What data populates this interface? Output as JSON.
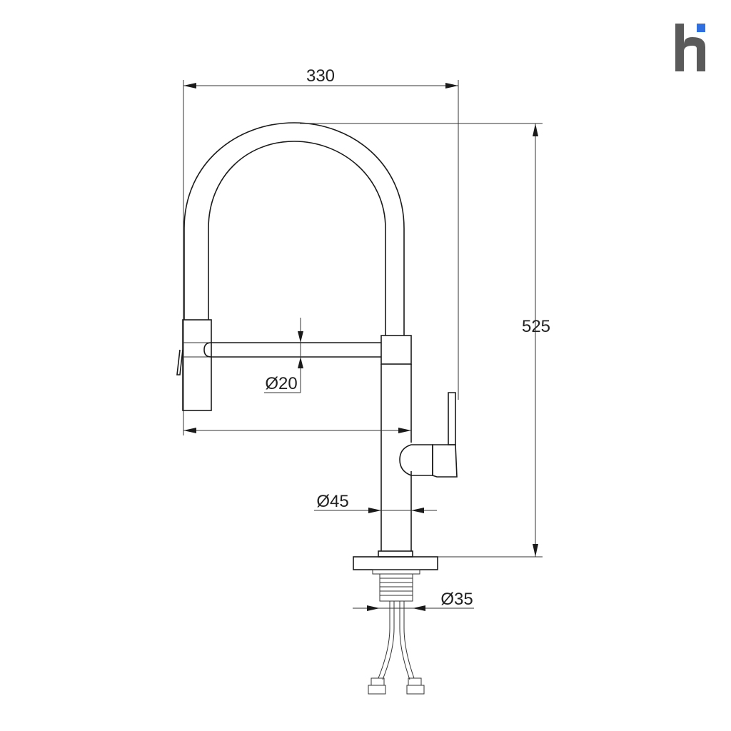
{
  "logo": {
    "letter": "h",
    "body_color": "#5a5a5a",
    "accent_color": "#2f6fe0"
  },
  "dimensions": {
    "overall_width": "330",
    "overall_height": "525",
    "spray_diameter": "Ø20",
    "body_diameter": "Ø45",
    "shank_diameter": "Ø35"
  },
  "colors": {
    "line": "#1a1a1a",
    "background": "#ffffff"
  }
}
